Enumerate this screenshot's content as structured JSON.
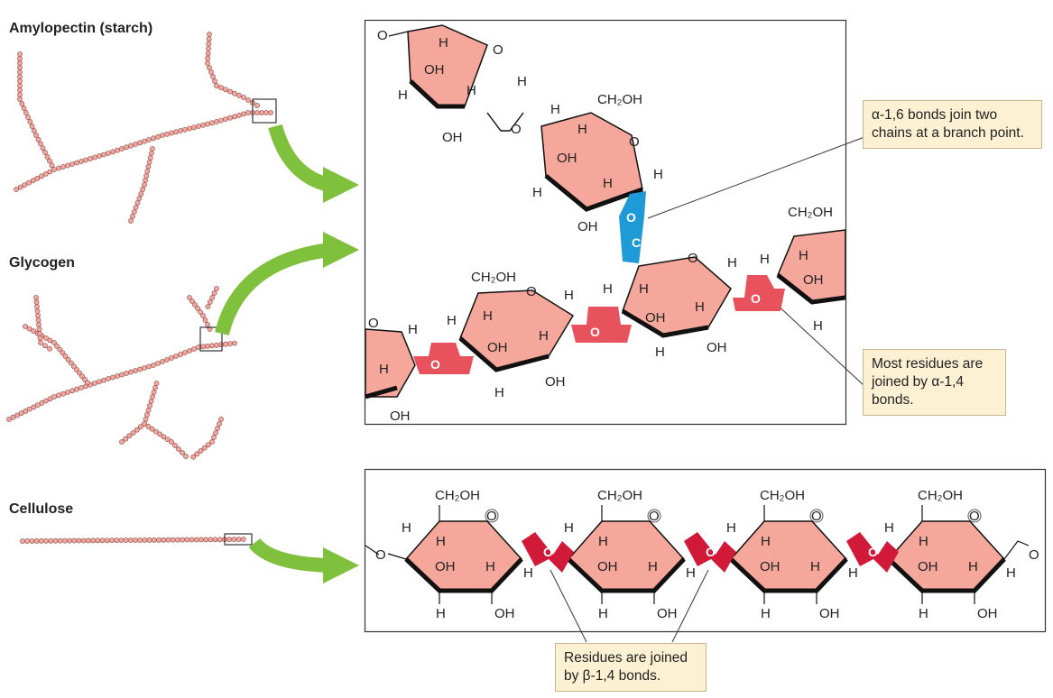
{
  "labels": {
    "amylopectin": "Amylopectin (starch)",
    "glycogen": "Glycogen",
    "cellulose": "Cellulose"
  },
  "callouts": {
    "alpha16": "α-1,6 bonds join two chains at a branch point.",
    "alpha14": "Most residues are joined by α-1,4 bonds.",
    "beta14": "Residues are joined by β-1,4 bonds."
  },
  "chem": {
    "O": "O",
    "H": "H",
    "OH": "OH",
    "CH2OH": "CH₂OH",
    "CH2": "CH₂"
  },
  "colors": {
    "ring_fill": "#f4a79a",
    "ring_dark": "#111111",
    "alpha_bond": "#e8525c",
    "alpha16_bond": "#1e9bd7",
    "beta_bond": "#d11a3a",
    "chain_bead": "#f2a8a0",
    "arrow": "#7fc13c",
    "callout_bg": "#fdf1d3"
  }
}
